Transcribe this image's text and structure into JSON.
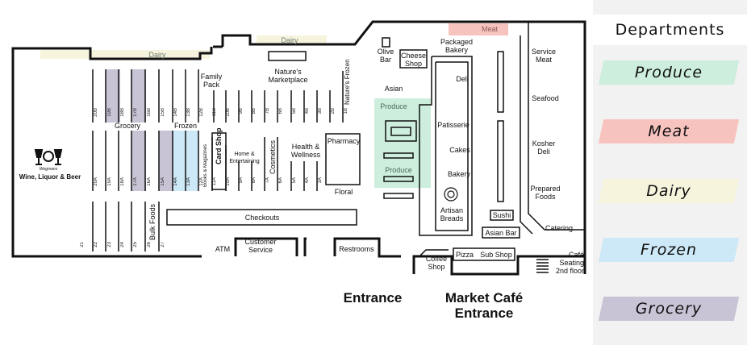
{
  "legend": {
    "title": "Departments",
    "items": [
      {
        "label": "Produce",
        "color": "#cdeedd"
      },
      {
        "label": "Meat",
        "color": "#f7c3be"
      },
      {
        "label": "Dairy",
        "color": "#f7f4de"
      },
      {
        "label": "Frozen",
        "color": "#cde8f6"
      },
      {
        "label": "Grocery",
        "color": "#c9c3d6"
      }
    ]
  },
  "map": {
    "dairy_top": "Dairy",
    "dairy_left": "Dairy",
    "meat_top": "Meat",
    "produce_1": "Produce",
    "produce_2": "Produce",
    "wine": "Wine, Liquor & Beer",
    "wine_logo": "Wegmans",
    "grocery": "Grocery",
    "frozen": "Frozen",
    "family_pack": "Family Pack",
    "natures_marketplace": "Nature's Marketplace",
    "natures_frozen": "Nature's Frozen",
    "olive_bar": "Olive Bar",
    "cheese_shop": "Cheese Shop",
    "packaged_bakery": "Packaged Bakery",
    "asian": "Asian",
    "deli": "Deli",
    "patisserie": "Patisserie",
    "cakes": "Cakes",
    "bakery": "Bakery",
    "artisan_breads": "Artisan Breads",
    "sushi": "Sushi",
    "asian_bar": "Asian Bar",
    "service_meat": "Service Meat",
    "seafood": "Seafood",
    "kosher_deli": "Kosher Deli",
    "prepared_foods": "Prepared Foods",
    "catering": "Catering",
    "cafe_seating": "Café Seating 2nd floor",
    "card_shop": "Card Shop",
    "books_magazines": "Books & Magazines",
    "home_entertaining": "Home & Entertaining",
    "cosmetics": "Cosmetics",
    "health_wellness": "Health & Wellness",
    "pharmacy": "Pharmacy",
    "floral": "Floral",
    "checkouts": "Checkouts",
    "bulk_foods": "Bulk Foods",
    "atm": "ATM",
    "customer_service": "Customer Service",
    "restrooms": "Restrooms",
    "coffee_shop": "Coffee Shop",
    "pizza": "Pizza",
    "sub_shop": "Sub Shop",
    "entrance": "Entrance",
    "market_cafe_entrance": "Market Café Entrance",
    "aisles_upper": [
      "20B",
      "19B",
      "18B",
      "17B",
      "16B",
      "15B",
      "14B",
      "13B",
      "12B",
      "11B",
      "10B",
      "9B",
      "8B",
      "7B",
      "6B",
      "5B",
      "4B",
      "3B",
      "2B",
      "1B"
    ],
    "aisles_lower": [
      "20A",
      "19A",
      "18A",
      "17A",
      "16A",
      "15A",
      "14A",
      "13A",
      "12A",
      "11A",
      "10A",
      "9A",
      "8A",
      "7A",
      "6A",
      "5A",
      "4A",
      "3A"
    ],
    "aisles_bottom": [
      "21",
      "22",
      "23",
      "24",
      "25",
      "26",
      "27"
    ]
  }
}
